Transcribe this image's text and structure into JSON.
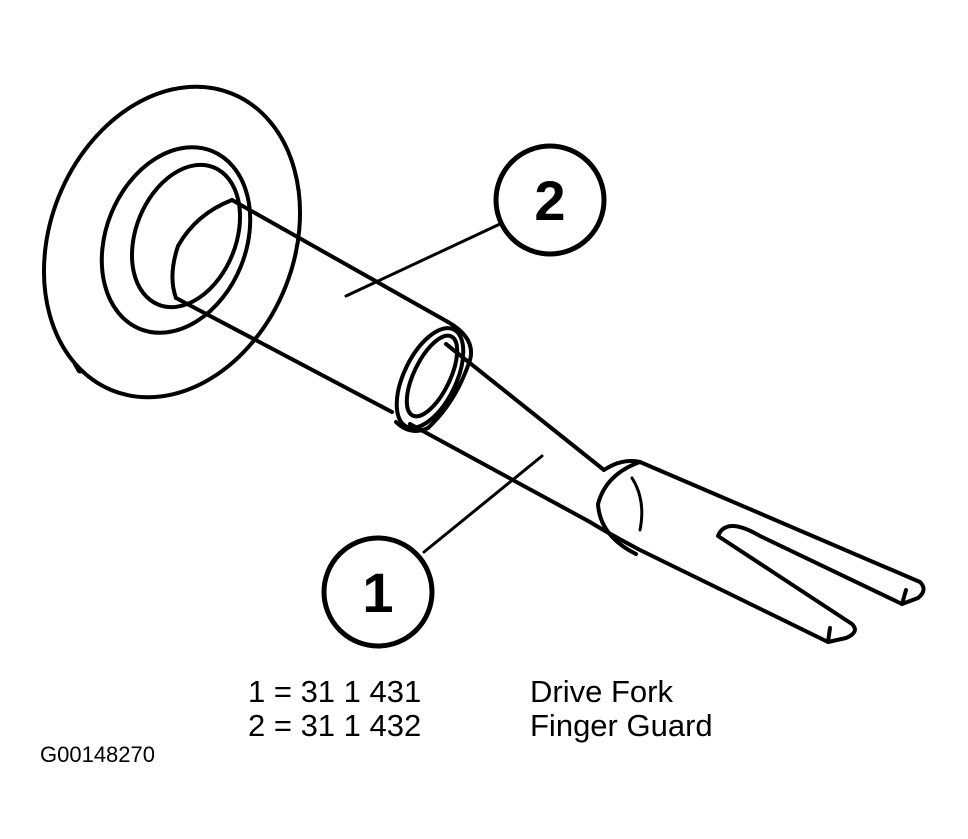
{
  "callouts": [
    {
      "number": "1"
    },
    {
      "number": "2"
    }
  ],
  "legend": [
    {
      "key": "1 = 31 1 431",
      "description": "Drive Fork"
    },
    {
      "key": "2 = 31 1 432",
      "description": "Finger Guard"
    }
  ],
  "figure_id": "G00148270",
  "colors": {
    "ink": "#000000",
    "paper": "#ffffff"
  }
}
